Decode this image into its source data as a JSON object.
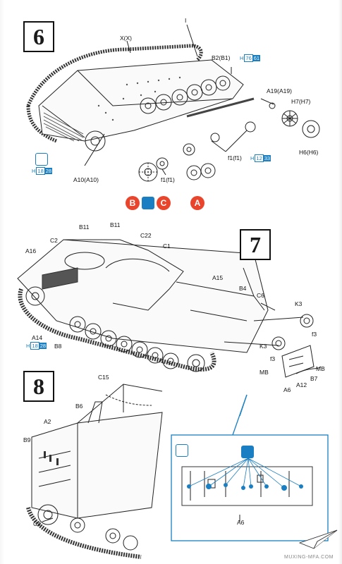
{
  "steps": {
    "s6": "6",
    "s7": "7",
    "s8": "8"
  },
  "step6": {
    "labels": {
      "i": "I",
      "xx": "X(X)",
      "b2b1": "B2(B1)",
      "a19": "A19(A19)",
      "h7": "H7(H7)",
      "h6": "H6(H6)",
      "a10": "A10(A10)",
      "f1a": "f1(f1)",
      "f1b": "f1(f1)"
    },
    "h_refs": {
      "b2": {
        "h": "H",
        "a": "76",
        "b": "61"
      },
      "f1": {
        "h": "H",
        "a": "12",
        "b": "33"
      },
      "left": {
        "h": "H",
        "a": "18",
        "b": "28"
      }
    },
    "circles": {
      "b": "B",
      "c": "C",
      "a": "A"
    }
  },
  "step7": {
    "labels": {
      "b11a": "B11",
      "b11b": "B11",
      "c22": "C22",
      "c2": "C2",
      "c1": "C1",
      "a16": "A16",
      "a15": "A15",
      "b4": "B4",
      "c6": "C6",
      "k3a": "K3",
      "k3b": "K3",
      "f3a": "f3",
      "f3b": "f3",
      "mba": "MB",
      "mbb": "MB",
      "a6": "A6",
      "a12": "A12",
      "b7": "B7",
      "a14": "A14",
      "b8": "B8"
    },
    "h_refs": {
      "a14": {
        "h": "H",
        "a": "18",
        "b": "28"
      }
    }
  },
  "step8": {
    "labels": {
      "c15": "C15",
      "b6": "B6",
      "a2": "A2",
      "b9": "B9",
      "c9": "C9",
      "a6": "A6"
    }
  },
  "watermark": "MUXING-MFA.COM",
  "colors": {
    "accent": "#1a7fc2",
    "wheel_circle": "#e8452c",
    "ink": "#1a1a1a"
  }
}
